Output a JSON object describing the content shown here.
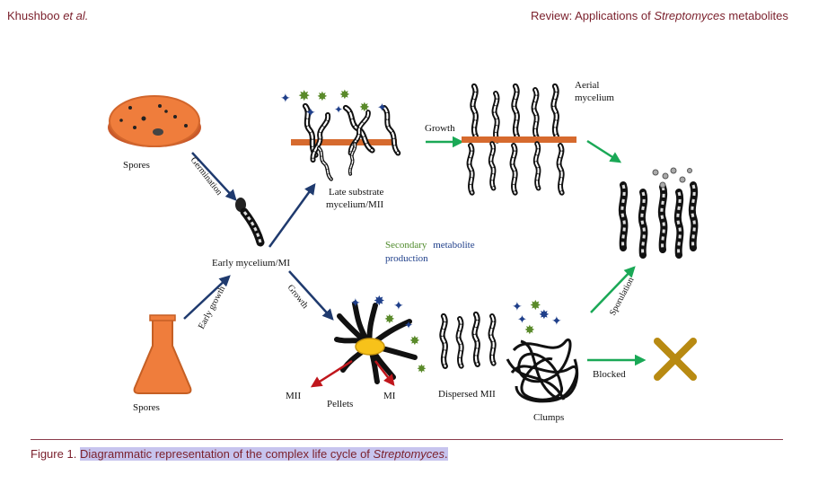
{
  "header": {
    "authors_name": "Khushboo",
    "authors_etal": "et al.",
    "review_prefix": "Review: Applications of",
    "review_genus": "Streptomyces",
    "review_suffix": "metabolites"
  },
  "figure": {
    "labels": {
      "spores_top": "Spores",
      "spores_bottom": "Spores",
      "germination": "Germination",
      "early_growth": "Early growth",
      "early_mycelium": "Early  mycelium/MI",
      "late_substrate_1": "Late substrate",
      "late_substrate_2": "mycelium/MII",
      "growth_top": "Growth",
      "aerial_1": "Aerial",
      "aerial_2": "mycelium",
      "secondary_1": "Secondary",
      "secondary_2": "metabolite",
      "secondary_3": "production",
      "growth_diag": "Growth",
      "mii": "MII",
      "pellets": "Pellets",
      "mi": "MI",
      "dispersed": "Dispersed MII",
      "clumps": "Clumps",
      "sporulation": "Sporulation",
      "blocked": "Blocked"
    },
    "colors": {
      "navy_arrow": "#1f3a6e",
      "green_arrow": "#1aa856",
      "red_arrow": "#c0161c",
      "orange": "#ee7a3a",
      "yellow": "#f7c21a",
      "star_blue": "#1f3f8a",
      "star_green": "#5a8a2a",
      "cross": "#b88a12"
    }
  },
  "caption": {
    "prefix": "Figure 1.",
    "text": "Diagrammatic representation of the complex life cycle of",
    "genus": "Streptomyces",
    "end": "."
  }
}
